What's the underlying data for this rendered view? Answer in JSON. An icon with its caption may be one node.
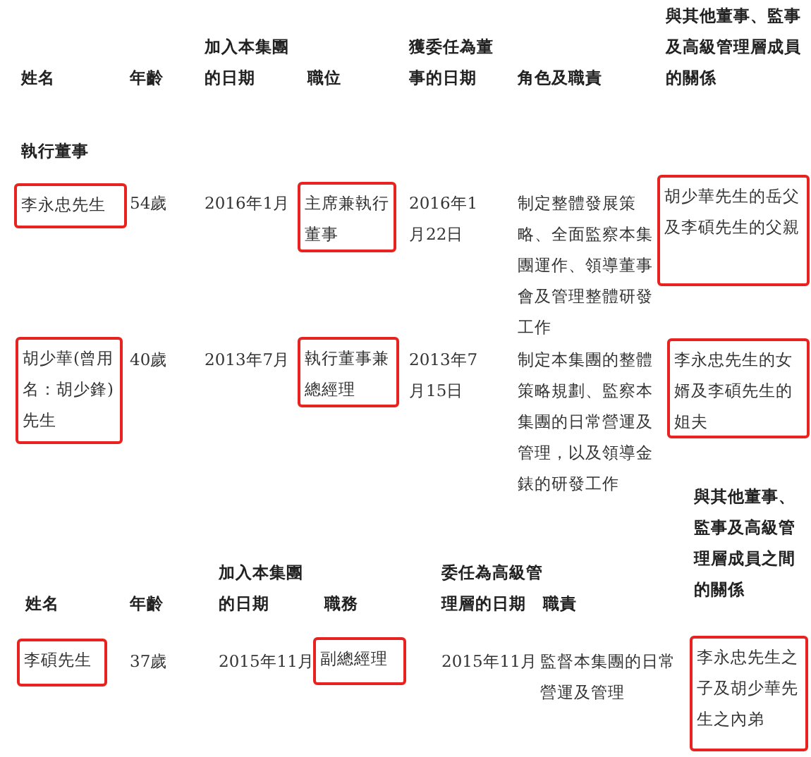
{
  "diagram": {
    "nodes": [
      {
        "text": [
          "李永忠先生"
        ]
      },
      {
        "text": [
          "主席兼執行董事"
        ]
      },
      {
        "text": [
          "胡少華先生的岳父及李碩先生的父親"
        ]
      },
      {
        "text": [
          "胡少華(曾用名：胡少鋒)先生"
        ]
      },
      {
        "text": [
          "執行董事兼總經理"
        ]
      },
      {
        "text": [
          "李永忠先生的女婿及李碩先生的姐夫"
        ]
      },
      {
        "text": [
          "李碩先生"
        ]
      },
      {
        "text": [
          "副總經理"
        ]
      },
      {
        "text": [
          "李永忠先生之子及胡少華先生之內弟"
        ]
      }
    ],
    "labels": [
      "姓名",
      "年齡",
      "加入本集團的日期",
      "職位",
      "獲委任為董事的日期",
      "角色及職責",
      "與其他董事、監事及高級管理層成員的關係",
      "執行董事",
      "54歲",
      "2016年1月",
      "2016年1月22日",
      "制定整體發展策略、全面監察本集團運作、領導董事會及管理整體研發工作",
      "40歲",
      "2013年7月",
      "2013年7月15日",
      "制定本集團的整體策略規劃、監察本集團的日常營運及管理，以及領導金錶的研發工作",
      "姓名",
      "年齡",
      "加入本集團的日期",
      "職務",
      "委任為高級管理層的日期",
      "職責",
      "與其他董事、監事及高級管理層成員之間的關係",
      "37歲",
      "2015年11月",
      "2015年11月",
      "監督本集團的日常營運及管理"
    ]
  }
}
